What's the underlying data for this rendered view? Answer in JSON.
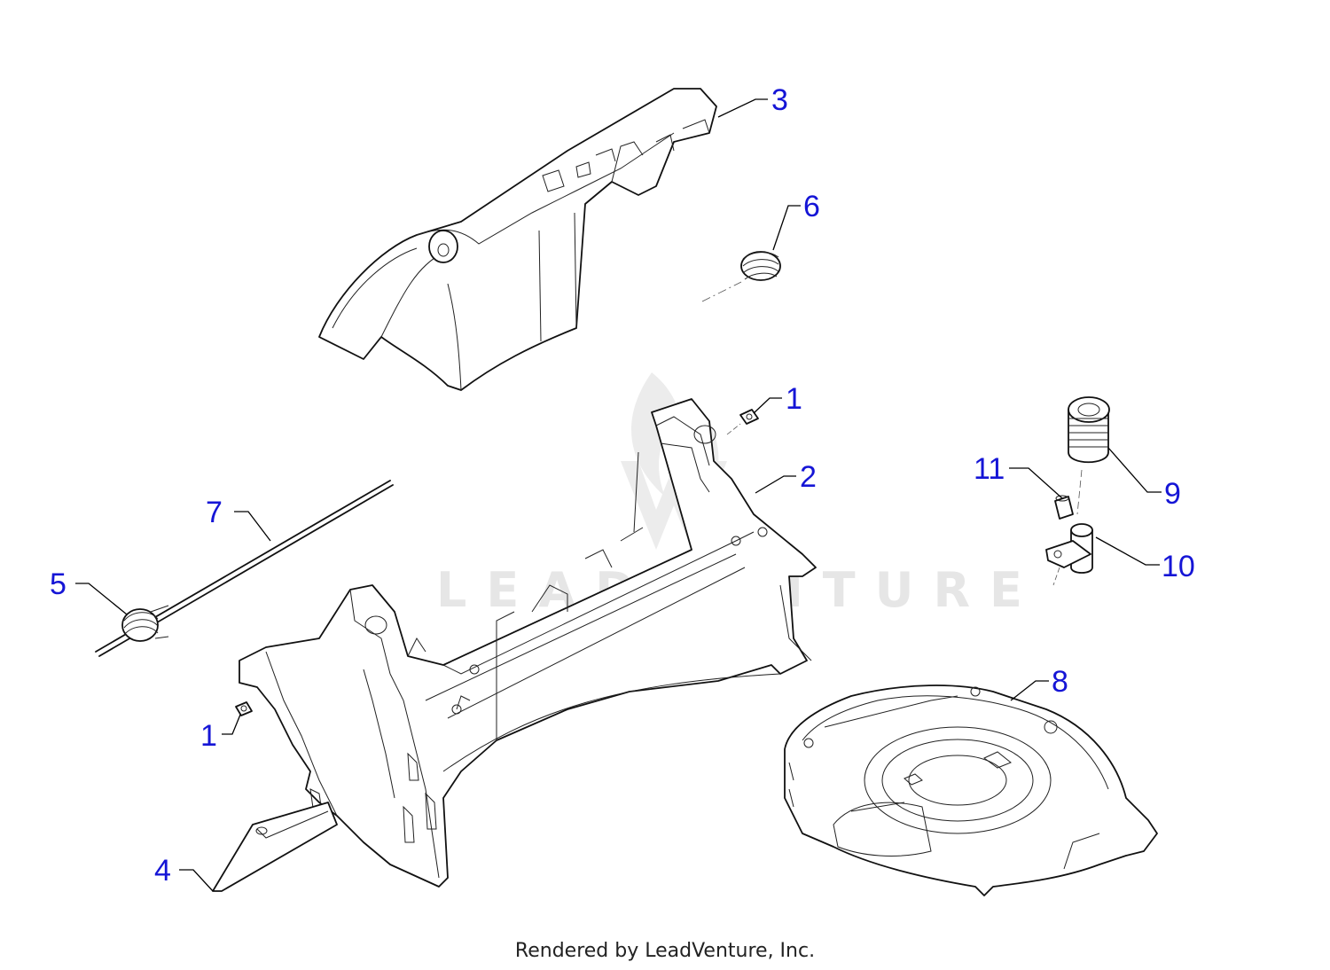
{
  "callouts": {
    "c3": "3",
    "c6": "6",
    "c1a": "1",
    "c2": "2",
    "c7": "7",
    "c5": "5",
    "c1b": "1",
    "c4": "4",
    "c11": "11",
    "c9": "9",
    "c10": "10",
    "c8": "8"
  },
  "watermark": "LEADVENTURE",
  "footer": "Rendered by LeadVenture, Inc.",
  "colors": {
    "callout": "#1515d6",
    "line": "#111111",
    "watermark": "#e6e6e6"
  }
}
